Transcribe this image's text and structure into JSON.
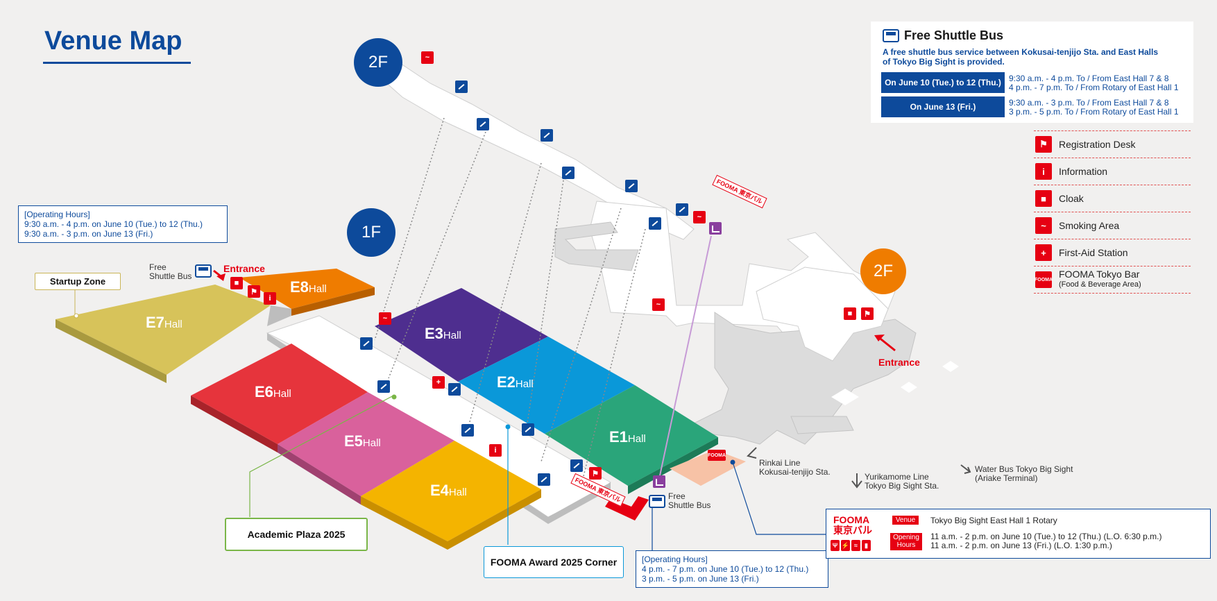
{
  "title": "Venue Map",
  "shuttle": {
    "heading": "Free Shuttle Bus",
    "description": "A free shuttle bus service between Kokusai-tenjijo Sta. and East Halls of Tokyo Big Sight is provided.",
    "rows": [
      {
        "label": "On June 10 (Tue.) to 12 (Thu.)",
        "line1": "9:30 a.m. - 4 p.m. To / From East Hall 7 & 8",
        "line2": "4 p.m. - 7 p.m. To / From Rotary of East Hall 1"
      },
      {
        "label": "On June 13 (Fri.)",
        "line1": "9:30 a.m. - 3 p.m. To / From East Hall 7 & 8",
        "line2": "3 p.m. - 5 p.m. To / From Rotary of East Hall 1"
      }
    ]
  },
  "legend": [
    {
      "icon": "registration-desk-icon",
      "label": "Registration Desk"
    },
    {
      "icon": "information-icon",
      "label": "Information"
    },
    {
      "icon": "cloak-icon",
      "label": "Cloak"
    },
    {
      "icon": "smoking-area-icon",
      "label": "Smoking Area"
    },
    {
      "icon": "first-aid-icon",
      "label": "First-Aid Station"
    },
    {
      "icon": "fooma-tokyo-bar-icon",
      "label": "FOOMA Tokyo Bar",
      "sub": "(Food & Beverage Area)"
    }
  ],
  "floors": {
    "upper": "2F",
    "ground": "1F",
    "east_2f": "2F"
  },
  "halls": {
    "e1": "E1",
    "e2": "E2",
    "e3": "E3",
    "e4": "E4",
    "e5": "E5",
    "e6": "E6",
    "e7": "E7",
    "e8": "E8",
    "suffix": "Hall"
  },
  "hours_top": {
    "heading": "[Operating Hours]",
    "line1": "9:30 a.m. - 4 p.m. on June 10 (Tue.) to 12 (Thu.)",
    "line2": "9:30 a.m. - 3 p.m. on June 13 (Fri.)"
  },
  "hours_bottom": {
    "heading": "[Operating Hours]",
    "line1": "4 p.m. - 7 p.m. on June 10 (Tue.) to 12 (Thu.)",
    "line2": "3 p.m. - 5 p.m. on June 13 (Fri.)"
  },
  "labels": {
    "free_shuttle_top_1": "Free",
    "free_shuttle_top_2": "Shuttle Bus",
    "free_shuttle_bottom_1": "Free",
    "free_shuttle_bottom_2": "Shuttle Bus",
    "entrance_west": "Entrance",
    "entrance_east": "Entrance",
    "startup_zone": "Startup Zone",
    "academic_plaza": "Academic Plaza 2025",
    "award_corner": "FOOMA Award 2025 Corner",
    "rinkai_1": "Rinkai Line",
    "rinkai_2": "Kokusai-tenjijo Sta.",
    "yurikamome_1": "Yurikamome Line",
    "yurikamome_2": "Tokyo Big Sight Sta.",
    "waterbus_1": "Water Bus Tokyo Big Sight",
    "waterbus_2": "(Ariake Terminal)",
    "fooma_sign": "FOOMA 東京バル"
  },
  "bar_info": {
    "logo_1": "FOOMA",
    "logo_2": "東京バル",
    "venue_tag": "Venue",
    "venue": "Tokyo Big Sight East Hall 1 Rotary",
    "hours_tag": "Opening Hours",
    "hours_1": "11 a.m. - 2 p.m. on June 10 (Tue.) to 12 (Thu.) (L.O. 6:30 p.m.)",
    "hours_2": "11 a.m. - 2 p.m. on June 13 (Fri.) (L.O. 1:30 p.m.)"
  },
  "colors": {
    "e1": "#2aa57a",
    "e2": "#0a98d9",
    "e3": "#4e2e8f",
    "e4": "#f4b400",
    "e5": "#d9619c",
    "e6": "#e6343c",
    "e7": "#d7c35a",
    "e8": "#ef7c00",
    "brand_blue": "#0d4a9b",
    "accent_red": "#e60012",
    "floor_orange": "#ef7c00"
  }
}
